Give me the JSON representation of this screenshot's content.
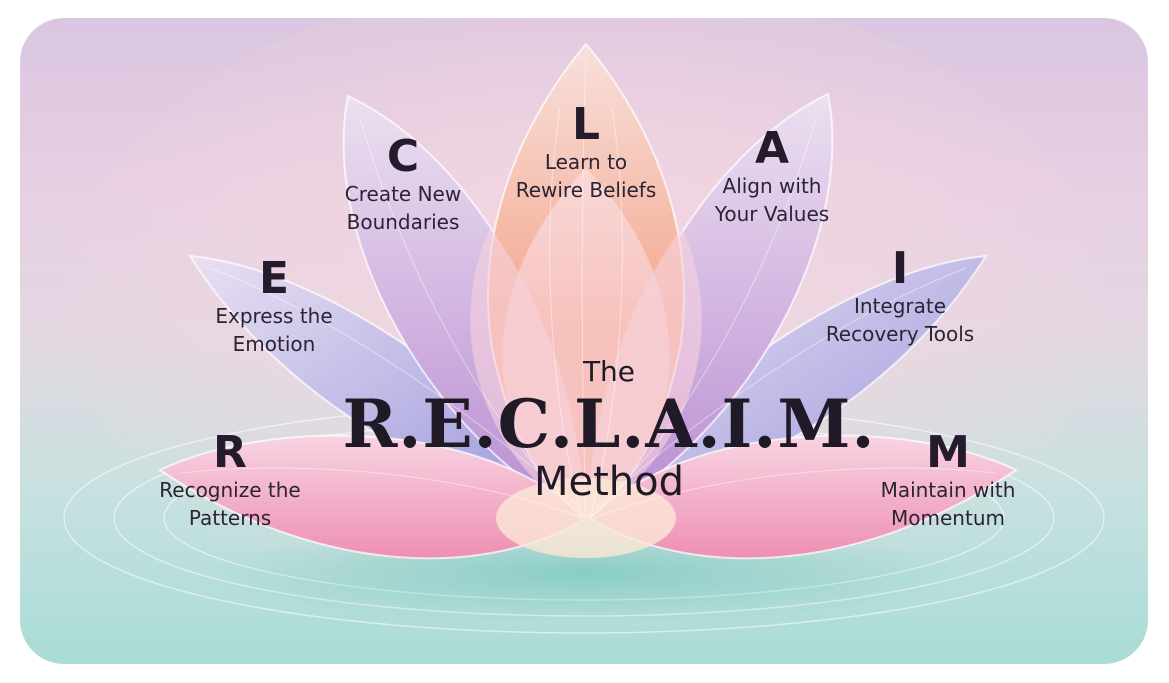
{
  "title": {
    "line1": "The",
    "acronym": "R.E.C.L.A.I.M.",
    "line3": "Method"
  },
  "steps": [
    {
      "letter": "R",
      "line1": "Recognize the",
      "line2": "Patterns"
    },
    {
      "letter": "E",
      "line1": "Express the",
      "line2": "Emotion"
    },
    {
      "letter": "C",
      "line1": "Create New",
      "line2": "Boundaries"
    },
    {
      "letter": "L",
      "line1": "Learn to",
      "line2": "Rewire Beliefs"
    },
    {
      "letter": "A",
      "line1": "Align with",
      "line2": "Your Values"
    },
    {
      "letter": "I",
      "line1": "Integrate",
      "line2": "Recovery Tools"
    },
    {
      "letter": "M",
      "line1": "Maintain with",
      "line2": "Momentum"
    }
  ],
  "colors": {
    "petal_pink": "#f2a0c0",
    "petal_purple": "#b89ad8",
    "petal_blue": "#a8a6e0",
    "petal_peach": "#f4a48a",
    "water": "#9fd8d0",
    "text": "#2b2434"
  }
}
